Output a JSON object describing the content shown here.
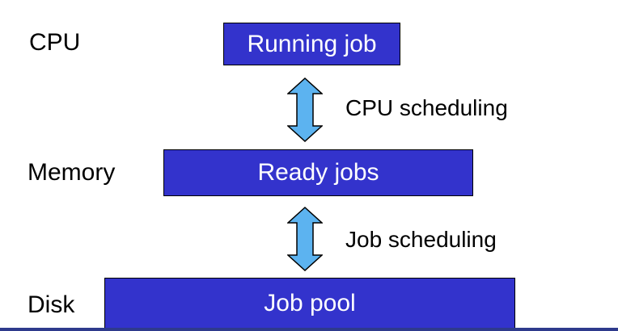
{
  "levels": {
    "cpu": {
      "label": "CPU",
      "box": "Running job"
    },
    "memory": {
      "label": "Memory",
      "box": "Ready jobs"
    },
    "disk": {
      "label": "Disk",
      "box": "Job pool"
    }
  },
  "transitions": {
    "cpu_scheduling": "CPU scheduling",
    "job_scheduling": "Job scheduling"
  },
  "colors": {
    "box_fill": "#3333cc",
    "box_text": "#ffffff",
    "arrow_fill": "#5cb3f0",
    "bottom_rule": "#2e3a8c"
  }
}
